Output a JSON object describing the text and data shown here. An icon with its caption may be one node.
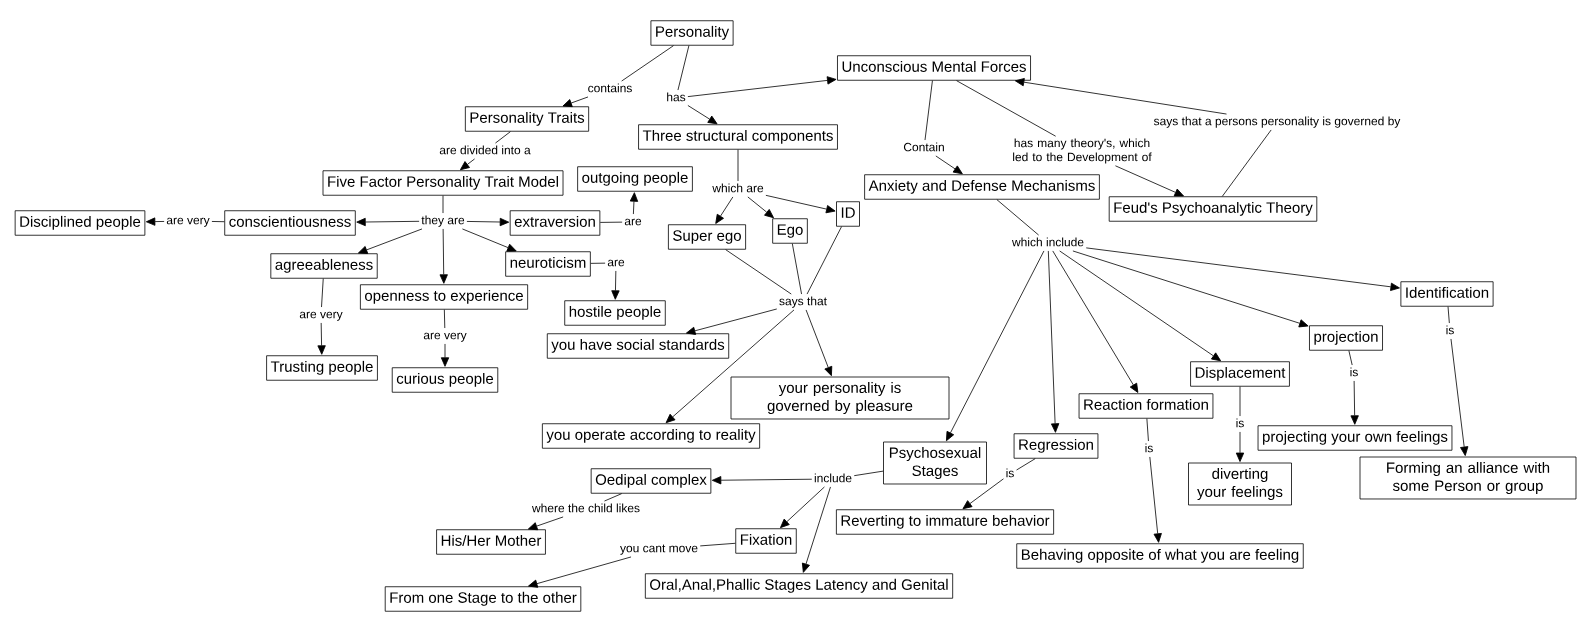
{
  "diagram": {
    "nodes": [
      {
        "text": [
          "Personality"
        ]
      },
      {
        "text": [
          "Unconscious Mental Forces"
        ]
      },
      {
        "text": [
          "contains"
        ]
      },
      {
        "text": [
          "has"
        ]
      },
      {
        "text": [
          "Personality Traits"
        ]
      },
      {
        "text": [
          "says that a persons personality is governed by"
        ]
      },
      {
        "text": [
          "Three structural components"
        ]
      },
      {
        "text": [
          "Contain"
        ]
      },
      {
        "text": [
          "has many theory's, which led to the Development of"
        ]
      },
      {
        "text": [
          "are divided into a"
        ]
      },
      {
        "text": [
          "Five Factor Personality Trait Model"
        ]
      },
      {
        "text": [
          "outgoing people"
        ]
      },
      {
        "text": [
          "Anxiety and Defense Mechanisms"
        ]
      },
      {
        "text": [
          "which are"
        ]
      },
      {
        "text": [
          "Feud's Psychoanalytic Theory"
        ]
      },
      {
        "text": [
          "ID"
        ]
      },
      {
        "text": [
          "Disciplined people"
        ]
      },
      {
        "text": [
          "are very"
        ]
      },
      {
        "text": [
          "conscientiousness"
        ]
      },
      {
        "text": [
          "they are"
        ]
      },
      {
        "text": [
          "extraversion"
        ]
      },
      {
        "text": [
          "are"
        ]
      },
      {
        "text": [
          "Ego"
        ]
      },
      {
        "text": [
          "Super ego"
        ]
      },
      {
        "text": [
          "which include"
        ]
      },
      {
        "text": [
          "agreeableness"
        ]
      },
      {
        "text": [
          "neuroticism"
        ]
      },
      {
        "text": [
          "are"
        ]
      },
      {
        "text": [
          "openness to experience"
        ]
      },
      {
        "text": [
          "Identification"
        ]
      },
      {
        "text": [
          "says that"
        ]
      },
      {
        "text": [
          "hostile people"
        ]
      },
      {
        "text": [
          "are very"
        ]
      },
      {
        "text": [
          "is"
        ]
      },
      {
        "text": [
          "are very"
        ]
      },
      {
        "text": [
          "projection"
        ]
      },
      {
        "text": [
          "you have social standards"
        ]
      },
      {
        "text": [
          "Trusting people"
        ]
      },
      {
        "text": [
          "Displacement"
        ]
      },
      {
        "text": [
          "is"
        ]
      },
      {
        "text": [
          "curious people"
        ]
      },
      {
        "text": [
          "your personality is governed by pleasure"
        ]
      },
      {
        "text": [
          "Reaction formation"
        ]
      },
      {
        "text": [
          "is"
        ]
      },
      {
        "text": [
          "you operate according to reality"
        ]
      },
      {
        "text": [
          "projecting your own feelings"
        ]
      },
      {
        "text": [
          "Regression"
        ]
      },
      {
        "text": [
          "is"
        ]
      },
      {
        "text": [
          "Psychosexual Stages"
        ]
      },
      {
        "text": [
          "Forming an alliance with some Person or group"
        ]
      },
      {
        "text": [
          "diverting your feelings"
        ]
      },
      {
        "text": [
          "Oedipal complex"
        ]
      },
      {
        "text": [
          "include"
        ]
      },
      {
        "text": [
          "is"
        ]
      },
      {
        "text": [
          "where the child likes"
        ]
      },
      {
        "text": [
          "Reverting to immature behavior"
        ]
      },
      {
        "text": [
          "His/Her Mother"
        ]
      },
      {
        "text": [
          "Fixation"
        ]
      },
      {
        "text": [
          "Behaving opposite of what you are feeling"
        ]
      },
      {
        "text": [
          "you cant move"
        ]
      },
      {
        "text": [
          "Oral,Anal,Phallic Stages Latency and Genital"
        ]
      },
      {
        "text": [
          "From one Stage to the other"
        ]
      }
    ],
    "edges": [
      {
        "from": 0,
        "to": 2,
        "arrow": "none"
      },
      {
        "from": 2,
        "to": 4,
        "arrow": "to"
      },
      {
        "from": 0,
        "to": 3,
        "arrow": "none"
      },
      {
        "from": 3,
        "to": 1,
        "arrow": "to"
      },
      {
        "from": 3,
        "to": 6,
        "arrow": "to"
      },
      {
        "from": 1,
        "to": 7,
        "arrow": "none"
      },
      {
        "from": 7,
        "to": 12,
        "arrow": "to"
      },
      {
        "from": 1,
        "to": 8,
        "arrow": "none"
      },
      {
        "from": 8,
        "to": 14,
        "arrow": "to"
      },
      {
        "from": 14,
        "to": 5,
        "arrow": "none"
      },
      {
        "from": 5,
        "to": 1,
        "arrow": "to"
      },
      {
        "from": 4,
        "to": 9,
        "arrow": "none"
      },
      {
        "from": 9,
        "to": 10,
        "arrow": "to"
      },
      {
        "from": 10,
        "to": 19,
        "arrow": "none"
      },
      {
        "from": 19,
        "to": 18,
        "arrow": "to"
      },
      {
        "from": 19,
        "to": 20,
        "arrow": "to"
      },
      {
        "from": 19,
        "to": 25,
        "arrow": "to"
      },
      {
        "from": 19,
        "to": 28,
        "arrow": "to"
      },
      {
        "from": 19,
        "to": 26,
        "arrow": "to"
      },
      {
        "from": 18,
        "to": 17,
        "arrow": "none"
      },
      {
        "from": 17,
        "to": 16,
        "arrow": "to"
      },
      {
        "from": 20,
        "to": 21,
        "arrow": "none"
      },
      {
        "from": 21,
        "to": 11,
        "arrow": "to"
      },
      {
        "from": 26,
        "to": 27,
        "arrow": "none"
      },
      {
        "from": 27,
        "to": 31,
        "arrow": "to"
      },
      {
        "from": 25,
        "to": 32,
        "arrow": "none"
      },
      {
        "from": 32,
        "to": 37,
        "arrow": "to"
      },
      {
        "from": 28,
        "to": 34,
        "arrow": "none"
      },
      {
        "from": 34,
        "to": 40,
        "arrow": "to"
      },
      {
        "from": 6,
        "to": 13,
        "arrow": "none"
      },
      {
        "from": 13,
        "to": 23,
        "arrow": "to"
      },
      {
        "from": 13,
        "to": 22,
        "arrow": "to"
      },
      {
        "from": 13,
        "to": 15,
        "arrow": "to"
      },
      {
        "from": 23,
        "to": 30,
        "arrow": "none"
      },
      {
        "from": 22,
        "to": 30,
        "arrow": "none"
      },
      {
        "from": 15,
        "to": 30,
        "arrow": "none"
      },
      {
        "from": 30,
        "to": 36,
        "arrow": "to"
      },
      {
        "from": 30,
        "to": 41,
        "arrow": "to"
      },
      {
        "from": 30,
        "to": 44,
        "arrow": "to"
      },
      {
        "from": 12,
        "to": 24,
        "arrow": "none"
      },
      {
        "from": 24,
        "to": 48,
        "arrow": "to"
      },
      {
        "from": 24,
        "to": 46,
        "arrow": "to"
      },
      {
        "from": 24,
        "to": 42,
        "arrow": "to"
      },
      {
        "from": 24,
        "to": 38,
        "arrow": "to"
      },
      {
        "from": 24,
        "to": 35,
        "arrow": "to"
      },
      {
        "from": 24,
        "to": 29,
        "arrow": "to"
      },
      {
        "from": 29,
        "to": 33,
        "arrow": "none"
      },
      {
        "from": 33,
        "to": 49,
        "arrow": "to"
      },
      {
        "from": 35,
        "to": 39,
        "arrow": "none"
      },
      {
        "from": 39,
        "to": 45,
        "arrow": "to"
      },
      {
        "from": 38,
        "to": 43,
        "arrow": "none"
      },
      {
        "from": 43,
        "to": 50,
        "arrow": "to"
      },
      {
        "from": 42,
        "to": 47,
        "arrow": "none"
      },
      {
        "from": 47,
        "to": 58,
        "arrow": "to"
      },
      {
        "from": 46,
        "to": 53,
        "arrow": "none"
      },
      {
        "from": 53,
        "to": 55,
        "arrow": "to"
      },
      {
        "from": 48,
        "to": 52,
        "arrow": "none"
      },
      {
        "from": 52,
        "to": 51,
        "arrow": "to"
      },
      {
        "from": 52,
        "to": 57,
        "arrow": "to"
      },
      {
        "from": 52,
        "to": 60,
        "arrow": "to"
      },
      {
        "from": 51,
        "to": 54,
        "arrow": "none"
      },
      {
        "from": 54,
        "to": 56,
        "arrow": "to"
      },
      {
        "from": 57,
        "to": 59,
        "arrow": "none"
      },
      {
        "from": 59,
        "to": 61,
        "arrow": "to"
      }
    ]
  }
}
